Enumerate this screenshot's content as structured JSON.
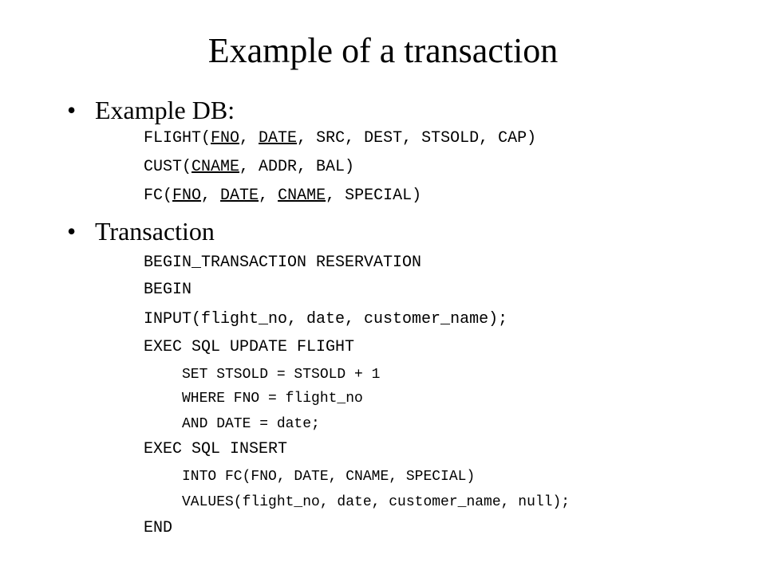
{
  "title": "Example of a transaction",
  "bullets": [
    {
      "label": "Example DB:",
      "schema": [
        {
          "parts": [
            "FLIGHT(",
            "FNO",
            ", ",
            "DATE",
            ", SRC, DEST, STSOLD, CAP)"
          ]
        },
        {
          "parts": [
            "CUST(",
            "CNAME",
            ", ADDR, BAL)"
          ]
        },
        {
          "parts": [
            "FC(",
            "FNO",
            ", ",
            "DATE",
            ", ",
            "CNAME",
            ", SPECIAL)"
          ]
        }
      ]
    },
    {
      "label": "Transaction",
      "code": [
        "BEGIN_TRANSACTION RESERVATION",
        "BEGIN",
        "INPUT(flight_no, date, customer_name);",
        "EXEC SQL UPDATE FLIGHT",
        "SET STSOLD = STSOLD + 1",
        "WHERE FNO = flight_no",
        "AND DATE = date;",
        "EXEC SQL INSERT",
        "INTO FC(FNO, DATE, CNAME, SPECIAL)",
        "VALUES(flight_no, date, customer_name, null);",
        "END"
      ]
    }
  ],
  "bullet_glyph": "•"
}
